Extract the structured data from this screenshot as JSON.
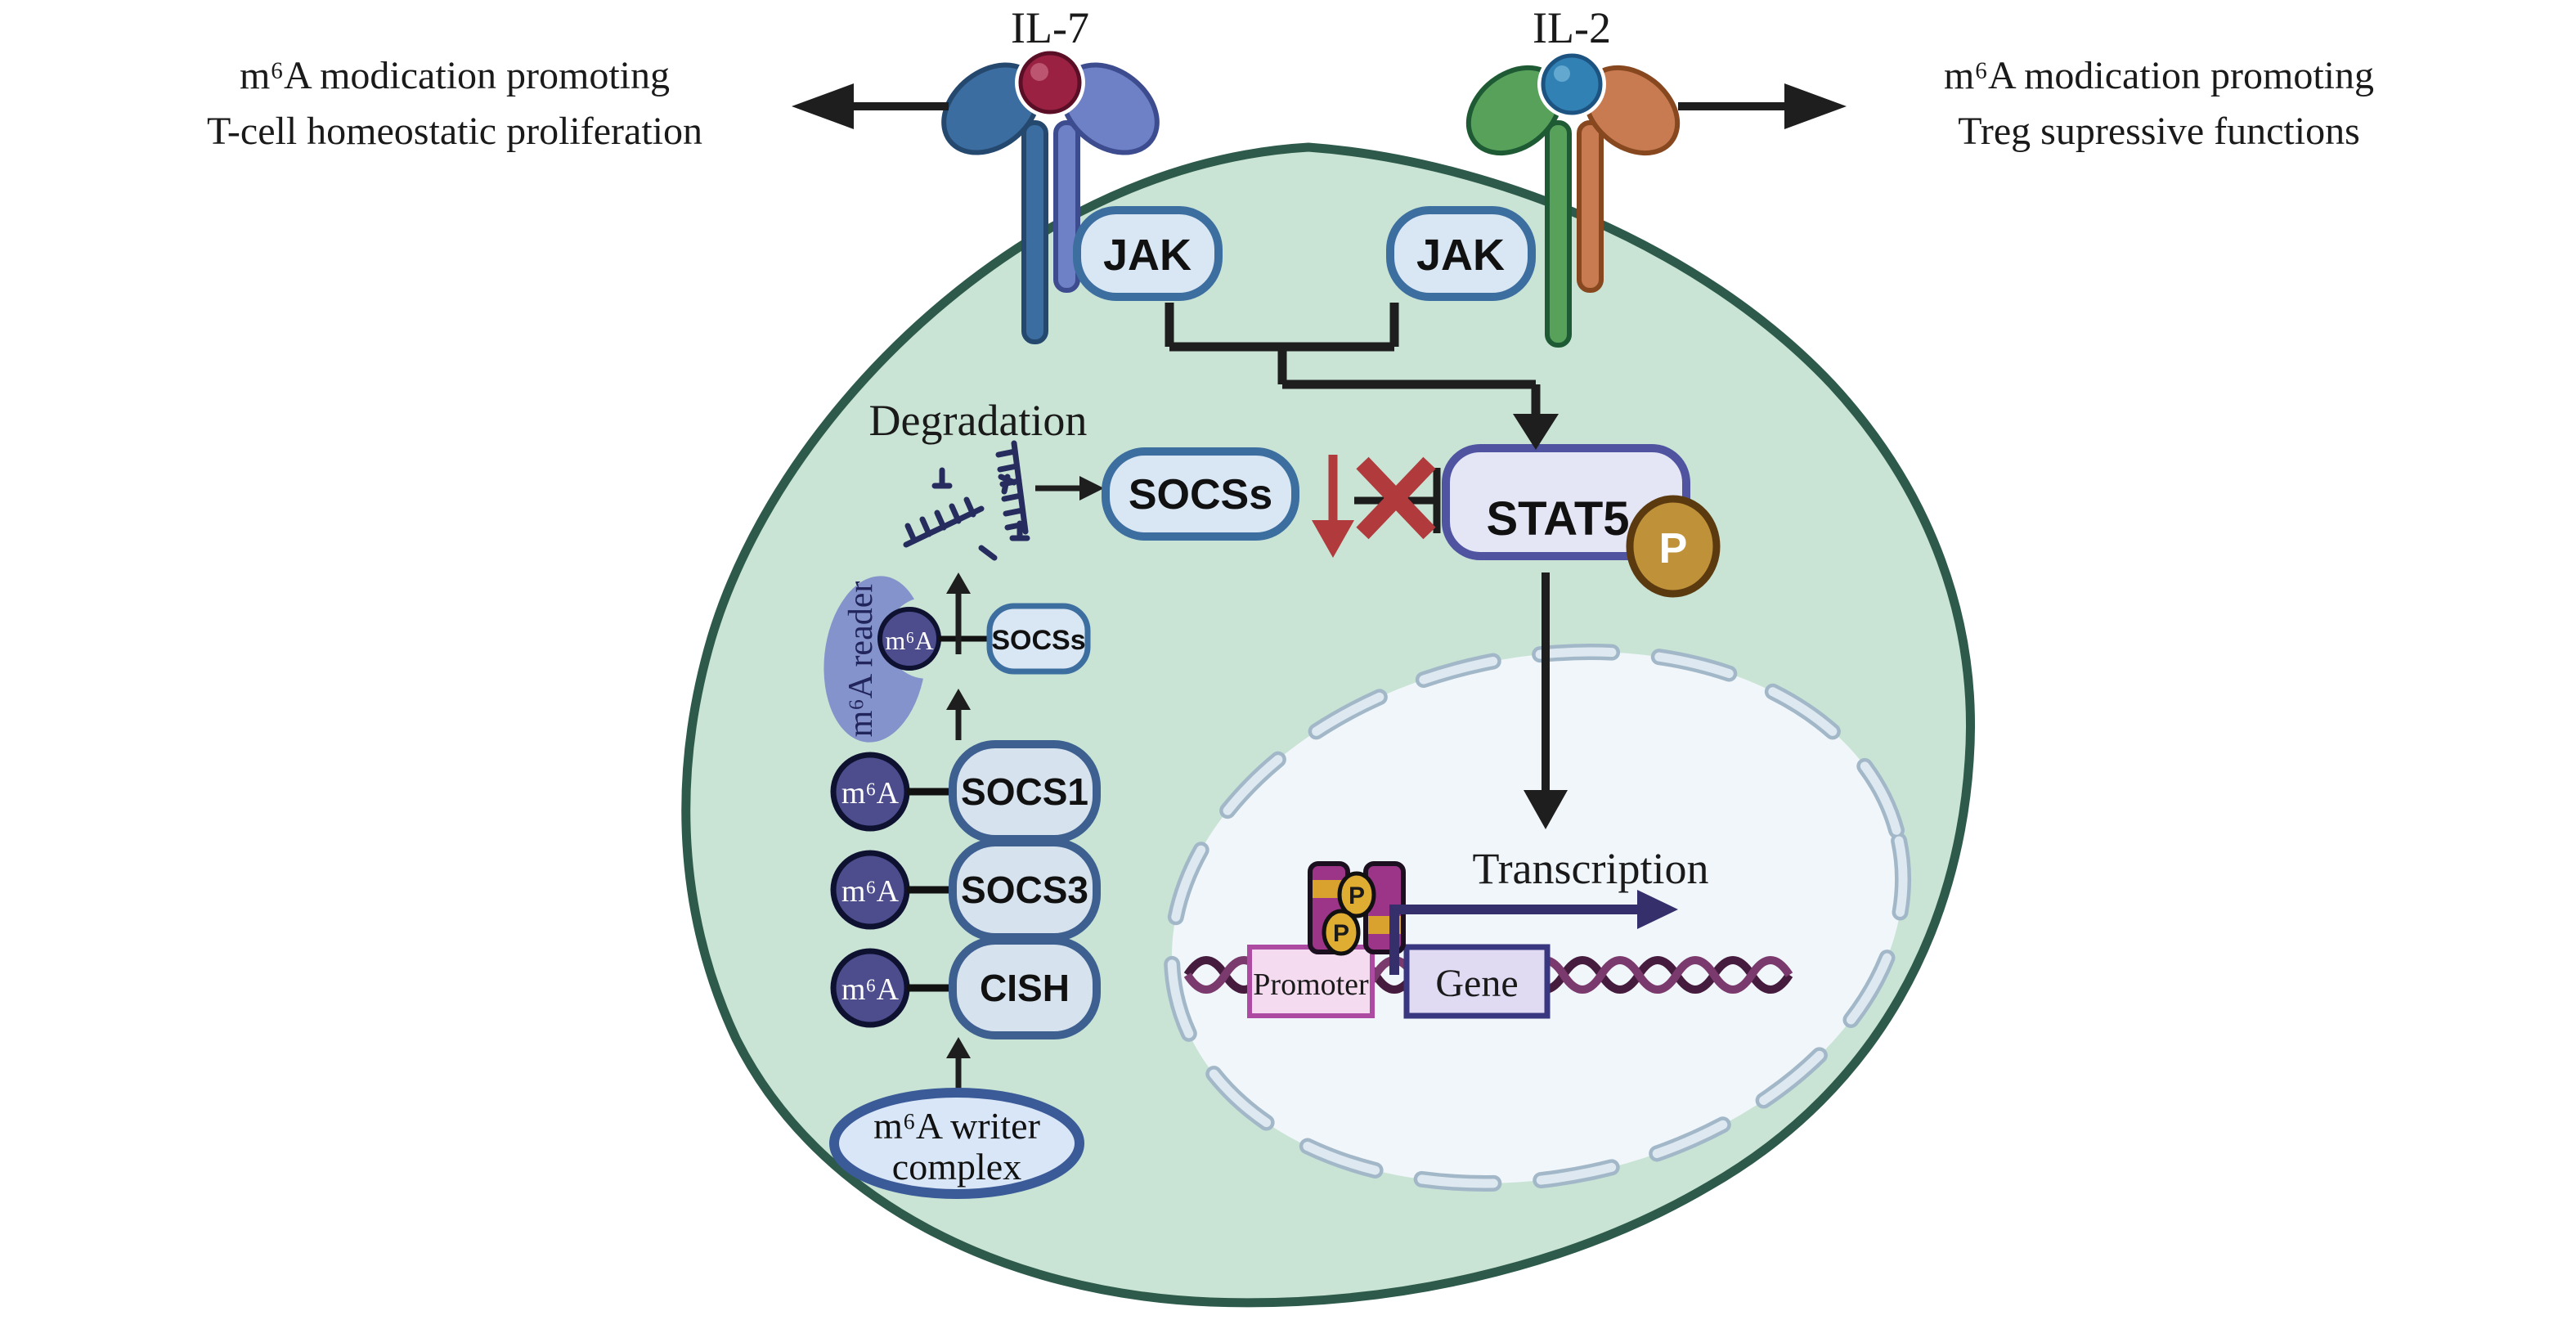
{
  "figure": {
    "header_left": {
      "line1": "m⁶A modication promoting",
      "line2": "T-cell homeostatic proliferation"
    },
    "header_right": {
      "line1": "m⁶A modication promoting",
      "line2": "Treg supressive functions"
    },
    "ligands": {
      "il7": "IL-7",
      "il2": "IL-2"
    },
    "kinases": {
      "jak_left": "JAK",
      "jak_right": "JAK"
    },
    "signaling": {
      "degradation": "Degradation",
      "socs_main": "SOCSs",
      "stat5": "STAT5",
      "phospho": "P"
    },
    "reader": {
      "blob": "m⁶A reader",
      "m6a": "m⁶A",
      "socss": "SOCSs"
    },
    "stack": {
      "items": [
        {
          "m6a": "m⁶A",
          "gene": "SOCS1"
        },
        {
          "m6a": "m⁶A",
          "gene": "SOCS3"
        },
        {
          "m6a": "m⁶A",
          "gene": "CISH"
        }
      ]
    },
    "writer": {
      "line1": "m⁶A writer",
      "line2": "complex"
    },
    "nucleus": {
      "transcription": "Transcription",
      "promoter": "Promoter",
      "gene": "Gene",
      "p1": "P",
      "p2": "P"
    }
  },
  "colors": {
    "cell_fill": "#c9e4d5",
    "cell_border": "#2d5a4a",
    "nucleus_fill": "#f1f6fa",
    "nucleus_dash": "#a2b8c8",
    "box_fill": "#d9e6f4",
    "box_border": "#3c6e9f",
    "stat5_fill": "#e4e5f5",
    "stat5_border": "#5054a0",
    "m6a_circle": "#4d4d8e",
    "reader_blob": "#8493cb",
    "phospho_gold": "#bf9138",
    "inhibit_red": "#b03a3c",
    "dimer_magenta": "#9c3488",
    "promoter_fill": "#f4dbf0",
    "gene_fill": "#e0dbf2",
    "il7_chain_a": "#3b6da1",
    "il7_chain_b": "#6e80c6",
    "il7_ligand": "#9b2142",
    "il2_chain_a": "#57a15b",
    "il2_chain_b": "#c87a50",
    "il2_ligand": "#3181b5",
    "arrow_black": "#1e1e1e"
  }
}
